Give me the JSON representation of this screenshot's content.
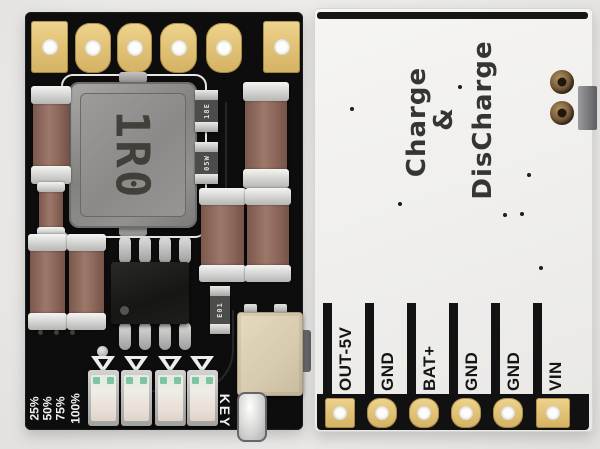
{
  "left_board": {
    "inductor_marking": "1R0",
    "percent_labels": [
      "25%",
      "50%",
      "75%",
      "100%"
    ],
    "key_label": "KEY",
    "resistor_markings": [
      "18E",
      "05W",
      "E01"
    ]
  },
  "right_board": {
    "silkscreen": {
      "line1": "Charge",
      "ampersand": "&",
      "line2": "DisCharge"
    },
    "pin_labels": [
      "OUT-5V",
      "GND",
      "BAT+",
      "GND",
      "GND",
      "VIN"
    ]
  },
  "colors": {
    "pcb_black": "#0d0d0d",
    "silkscreen_white": "#f3f2ef",
    "pad_gold": "#e2c378",
    "capacitor_brown": "#8f6b5e",
    "inductor_gray": "#8c8b89",
    "led_green_mark": "#7dc5a0",
    "switch_beige": "#dccfb4",
    "bronze_solder": "#7c5f3c"
  }
}
